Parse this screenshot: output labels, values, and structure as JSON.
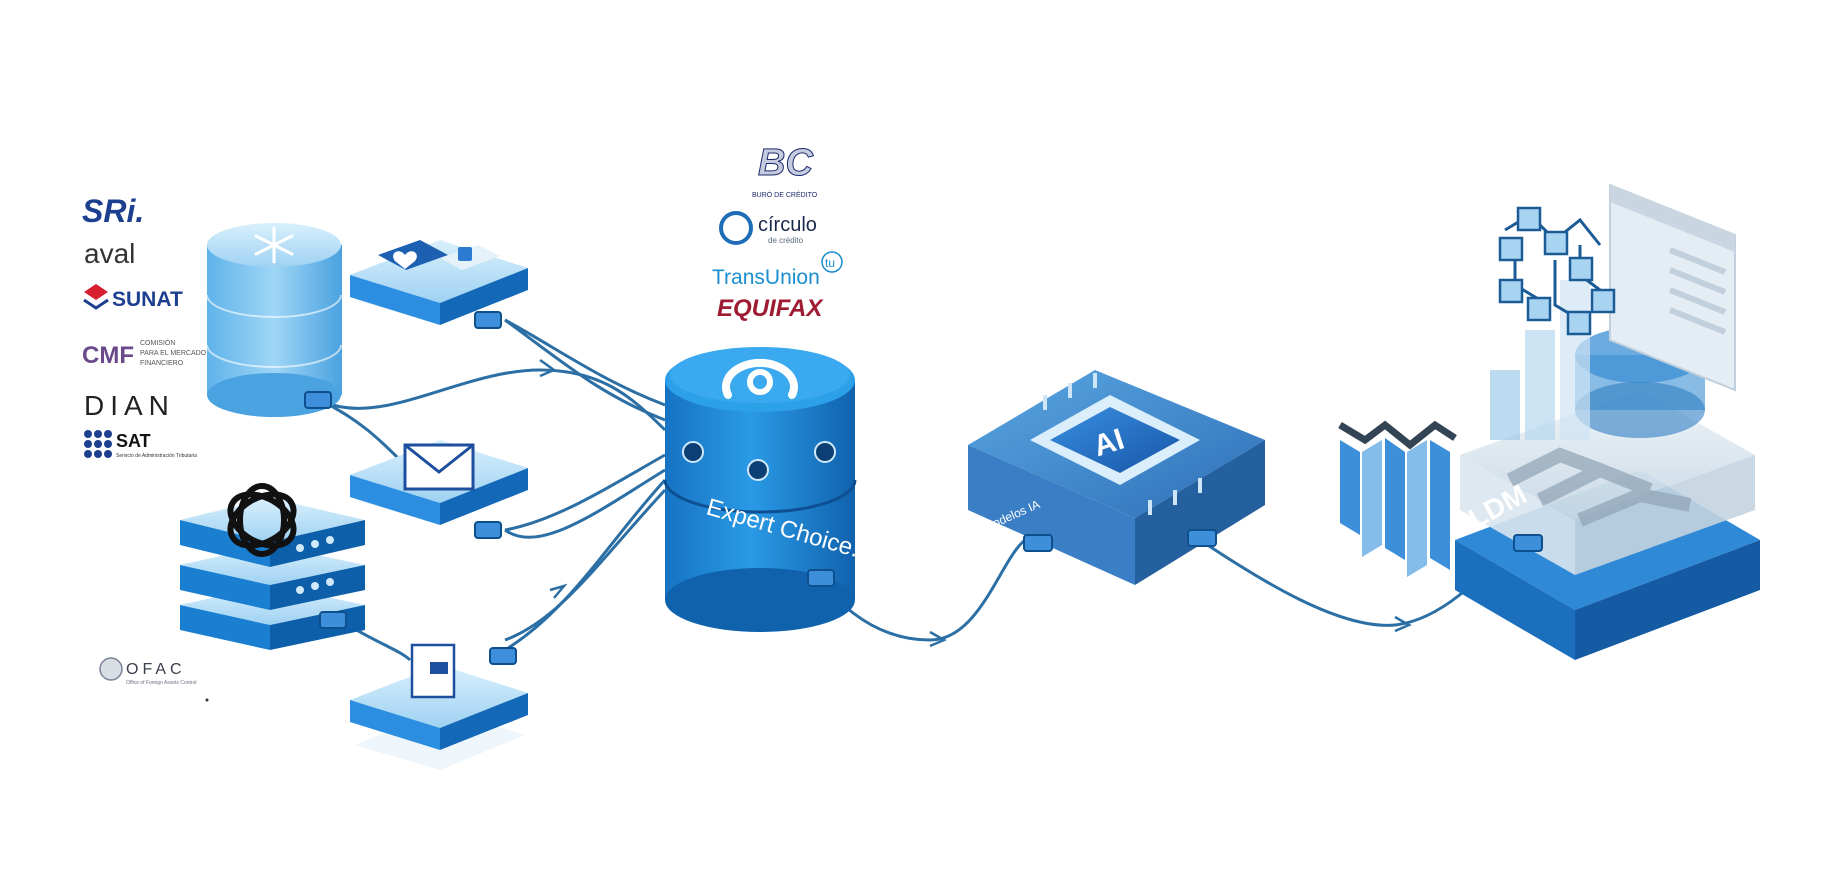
{
  "logos_left": {
    "sri": "SRi.",
    "aval": "aval",
    "sunat": "SUNAT",
    "cmf": "CMF",
    "cmf_sub": [
      "COMISIÓN",
      "PARA EL MERCADO",
      "FINANCIERO"
    ],
    "dian": "DIAN",
    "sat": "SAT",
    "sat_sub": "Servicio de Administración Tributaria",
    "ofac": "OFAC",
    "ofac_sub": "Office of Foreign Assets Control"
  },
  "logos_bureau": {
    "bc": "BC",
    "bc_sub": "BURÓ DE CRÉDITO",
    "circulo": "círculo",
    "circulo_sub": "de crédito",
    "transunion": "TransUnion",
    "transunion_mark": "tu",
    "equifax": "EQUIFAX"
  },
  "nodes": {
    "expert_choice": "Expert Choice.",
    "ai_chip": "AI",
    "models_label": "Modelos IA",
    "ldm": "LDM"
  },
  "colors": {
    "primary_blue": "#1d86d6",
    "light_blue": "#7cc3ef",
    "dark_blue": "#0b5ea8",
    "navy": "#1b2a6b",
    "equifax_red": "#9e1b32",
    "line": "#2b6fa5"
  }
}
